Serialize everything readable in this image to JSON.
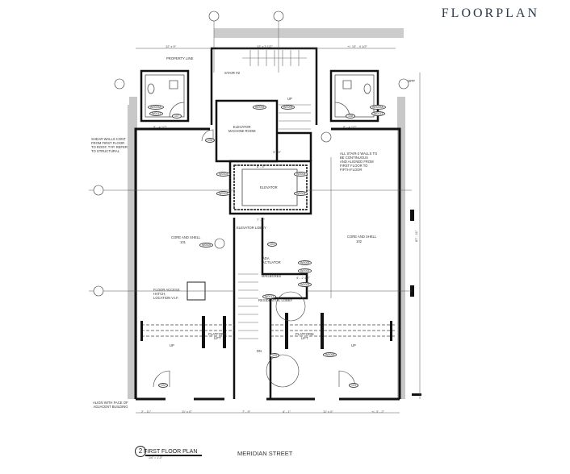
{
  "header": {
    "title": "FLOORPLAN"
  },
  "plan": {
    "number": "2",
    "title": "FIRST FLOOR PLAN",
    "scale": "1/4\" = 1'-0\"",
    "street": "MERIDIAN STREET"
  },
  "rooms": {
    "core_shell_101": {
      "name": "CORE AND SHELL",
      "number": "101"
    },
    "core_shell_102": {
      "name": "CORE AND SHELL",
      "number": "102"
    },
    "elevator_machine_room": "ELEVATOR\nMACHINE ROOM",
    "elevator": "ELEVATOR",
    "elevator_lobby": "ELEVATOR LOBBY",
    "residential_lobby": "RESIDENTIAL LOBBY",
    "stair": "STAIR #2",
    "platform_lift_left": "PLATFORM\nLIFT",
    "platform_lift_right": "PLATFORM\nLIFT"
  },
  "notes": {
    "property_line": "PROPERTY LINE",
    "shear_walls": "SHEAR WALLS CONT\nFROM FIRST FLOOR\nTO ROOF, TYP. REFER\nTO STRUCTURAL",
    "stair_walls": "ALL STAIR-2 WALLS TO\nBE CONTINUOUS\nAND ALIGNED FROM\nFIRST FLOOR TO\nFIFTH FLOOR",
    "floor_hatch": "FLOOR ACCESS\nHATCH,\nLOCATION V.I.F.",
    "align": "ALIGN WITH FACE OF\nADJACENT BUILDING",
    "up": "UP",
    "dn": "DN",
    "ada": "ADA\nACTUATOR",
    "mailboxes": "MAILBOXES",
    "opp": "OPP"
  },
  "dimensions": {
    "top_left": "12' x 9\"",
    "top_mid": "12' x 3 1/2\"",
    "top_right": "+/- 13' - 4 1/2\"",
    "restroom_left": "8' - 4 1/2\"",
    "restroom_right": "8' - 4 1/2\"",
    "overall_height": "87' - 11\"",
    "bottom": [
      "2' - 11\"",
      "11' x 0\"",
      "7' - 9\"",
      "4' - 1\"",
      "11' x 0\"",
      "+/- 3' - 2\""
    ],
    "lobby_a": "3' - 0\"",
    "lobby_b": "4' - 2 1/2\"",
    "elev_w": "8' - 4\"",
    "elev_lobby": "7' - 7\""
  },
  "tags": {
    "doors": [
      "102",
      "103",
      "104",
      "105",
      "106",
      "107",
      "108"
    ],
    "walls": [
      "W0004",
      "W0005",
      "W0011",
      "W0005A",
      "W0006"
    ],
    "section_refs": [
      "A301",
      "A302",
      "A501",
      "A502"
    ]
  }
}
